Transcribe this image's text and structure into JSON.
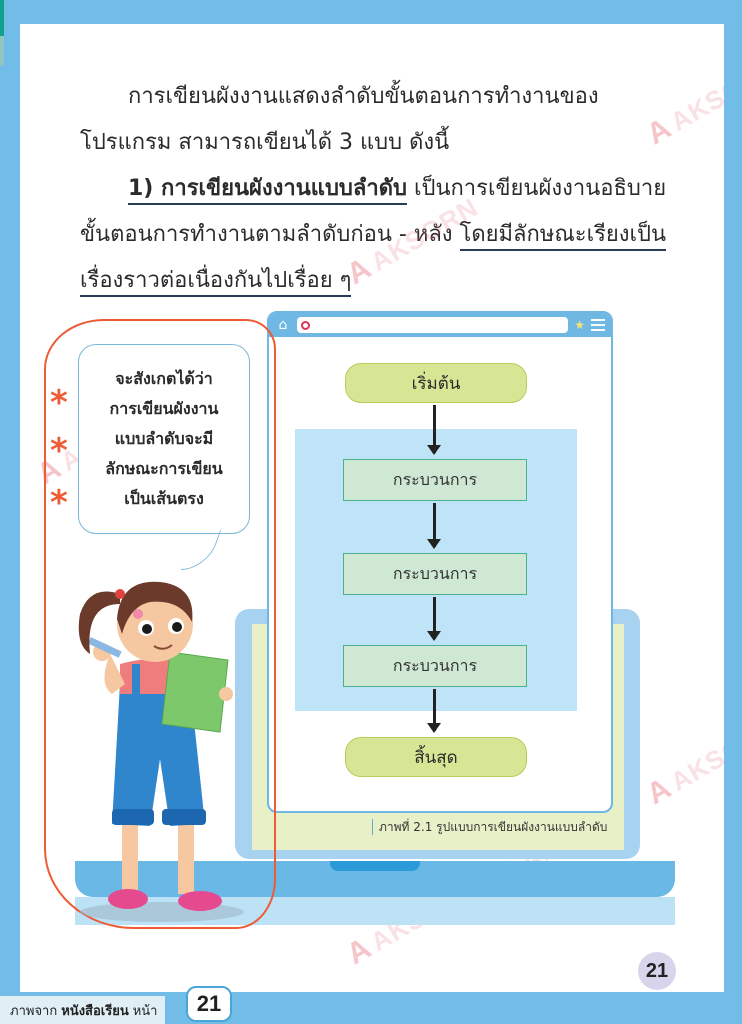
{
  "page": {
    "paragraph1": {
      "line1": "การเขียนผังงานแสดงลำดับขั้นตอนการทำงานของ",
      "line2": "โปรแกรม สามารถเขียนได้ 3 แบบ ดังนี้"
    },
    "paragraph2": {
      "heading": "1) การเขียนผังงานแบบลำดับ",
      "line1_rest": " เป็นการเขียนผังงานอธิบาย",
      "line2_plain": "ขั้นตอนการทำงานตามลำดับก่อน - หลัง ",
      "line2_underlined": "โดยมีลักษณะเรียงเป็น",
      "line3_underlined": "เรื่องราวต่อเนื่องกันไปเรื่อย ๆ"
    },
    "page_number": "21"
  },
  "watermark": {
    "text": "AKSORN",
    "logo": "A"
  },
  "speech_bubble": {
    "lines": [
      "จะสังเกตได้ว่า",
      "การเขียนผังงาน",
      "แบบลำดับจะมี",
      "ลักษณะการเขียน",
      "เป็นเส้นตรง"
    ],
    "annotation_marks": [
      "*",
      "*",
      "*"
    ]
  },
  "browser": {
    "icons": [
      "home-icon",
      "search-icon",
      "star-icon",
      "menu-icon"
    ],
    "address_value": ""
  },
  "flowchart": {
    "start": "เริ่มต้น",
    "processes": [
      "กระบวนการ",
      "กระบวนการ",
      "กระบวนการ"
    ],
    "end": "สิ้นสุด",
    "caption": "ภาพที่ 2.1 รูปแบบการเขียนผังงานแบบลำดับ"
  },
  "footer": {
    "prefix": "ภาพจาก",
    "source": "หนังสือเรียน",
    "suffix": "หน้า",
    "page": "21"
  },
  "colors": {
    "frame": "#72bde7",
    "terminal_fill": "#d7e695",
    "process_fill": "#cfe8d3",
    "process_border": "#4ab18e",
    "annotation_red": "#ee5c35"
  }
}
